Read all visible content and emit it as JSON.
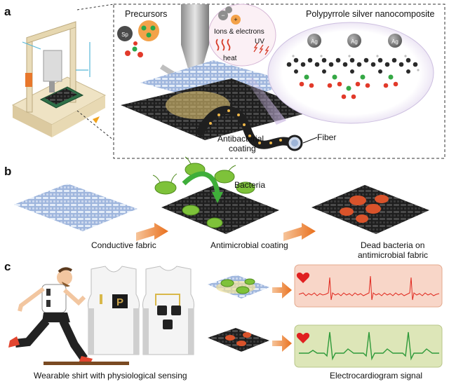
{
  "panel_a": {
    "letter": "a",
    "precursors": "Precursors",
    "ions_electrons": "Ions & electrons",
    "uv": "UV",
    "heat": "heat",
    "nanocomposite_title": "Polypyrrole silver nanocomposite",
    "ag": "Ag",
    "sp": "Sp",
    "antibacterial_line1": "Antibacterial",
    "antibacterial_line2": "coating",
    "fiber": "Fiber"
  },
  "panel_b": {
    "letter": "b",
    "bacteria": "Bacteria",
    "conductive_fabric": "Conductive fabric",
    "antimicrobial_coating": "Antimicrobial coating",
    "dead_line1": "Dead bacteria on",
    "dead_line2": "antimicrobial fabric"
  },
  "panel_c": {
    "letter": "c",
    "shirt_caption": "Wearable shirt with physiological sensing",
    "ecg_caption": "Electrocardiogram signal",
    "logo_letter": "P"
  },
  "colors": {
    "black_fabric": "#2b2b2b",
    "blue_fabric": "#b9cbe8",
    "bacteria_green": "#7ec23a",
    "dead_red": "#d9532b",
    "arrow_orange": "#e9701d",
    "ecg_red_bg": "#f8d6c8",
    "ecg_green_bg": "#dde6b8",
    "heart_red": "#e02020"
  }
}
